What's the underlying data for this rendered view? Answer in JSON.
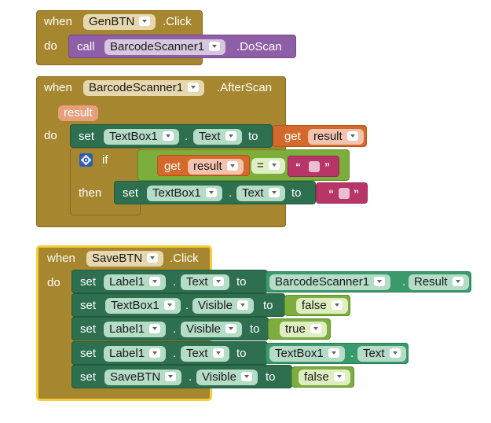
{
  "block1": {
    "when": "when",
    "component": "GenBTN",
    "event": ".Click",
    "do": "do",
    "call_kw": "call",
    "call_component": "BarcodeScanner1",
    "call_method": ".DoScan"
  },
  "block2": {
    "when": "when",
    "component": "BarcodeScanner1",
    "event": ".AfterScan",
    "param": "result",
    "do": "do",
    "set_kw": "set",
    "set_component": "TextBox1",
    "dot": ".",
    "set_property": "Text",
    "to": "to",
    "get_kw": "get",
    "get_var": "result",
    "if_kw": "if",
    "if_get_kw": "get",
    "if_get_var": "result",
    "op": "=",
    "quote_open": "“",
    "quote_close": "”",
    "then_kw": "then",
    "then_set_kw": "set",
    "then_component": "TextBox1",
    "then_property": "Text",
    "then_to": "to"
  },
  "block3": {
    "when": "when",
    "component": "SaveBTN",
    "event": ".Click",
    "do": "do",
    "dot": ".",
    "rows": [
      {
        "set": "set",
        "component": "Label1",
        "property": "Text",
        "to": "to",
        "value_component": "BarcodeScanner1",
        "value_property": "Result"
      },
      {
        "set": "set",
        "component": "TextBox1",
        "property": "Visible",
        "to": "to",
        "value": "false"
      },
      {
        "set": "set",
        "component": "Label1",
        "property": "Visible",
        "to": "to",
        "value": "true"
      },
      {
        "set": "set",
        "component": "Label1",
        "property": "Text",
        "to": "to",
        "value_component": "TextBox1",
        "value_property": "Text"
      },
      {
        "set": "set",
        "component": "SaveBTN",
        "property": "Visible",
        "to": "to",
        "value": "false"
      }
    ]
  },
  "colors": {
    "event": "#a6862f",
    "selected_outline": "#f4cd3b",
    "setter": "#2d6f4e",
    "property_getter": "#3b9a6c",
    "variable_get": "#d4692b",
    "method_call": "#8e5fa6",
    "logic": "#7cae3e",
    "text": "#b83567",
    "mutator": "#2e5fb6"
  },
  "icons": {
    "mutator": "gear-icon",
    "dropdown": "chevron-down-icon"
  }
}
